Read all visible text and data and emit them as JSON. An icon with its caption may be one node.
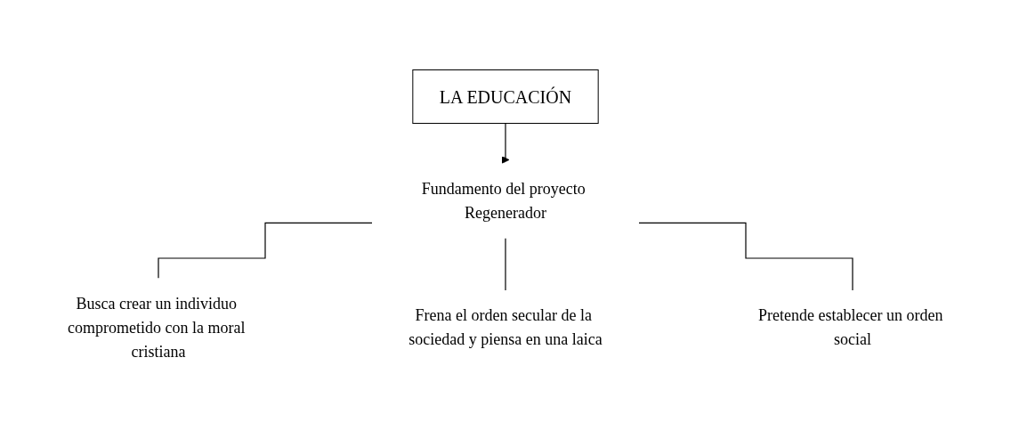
{
  "diagram": {
    "nodes": [
      {
        "text": [
          "LA EDUCACIÓN"
        ]
      },
      {
        "text": [
          "Fundamento del proyecto Regenerador"
        ]
      },
      {
        "text": [
          "Busca crear un individuo comprometido con la moral cristiana"
        ]
      },
      {
        "text": [
          "Frena el orden secular de la sociedad y piensa en una laica"
        ]
      },
      {
        "text": [
          "Pretende establecer un orden social"
        ]
      }
    ],
    "edges": [
      {
        "from": 0,
        "to": 1,
        "arrow": "to"
      },
      {
        "from": 1,
        "to": 2,
        "arrow": "none"
      },
      {
        "from": 1,
        "to": 3,
        "arrow": "none"
      },
      {
        "from": 1,
        "to": 4,
        "arrow": "none"
      }
    ]
  }
}
